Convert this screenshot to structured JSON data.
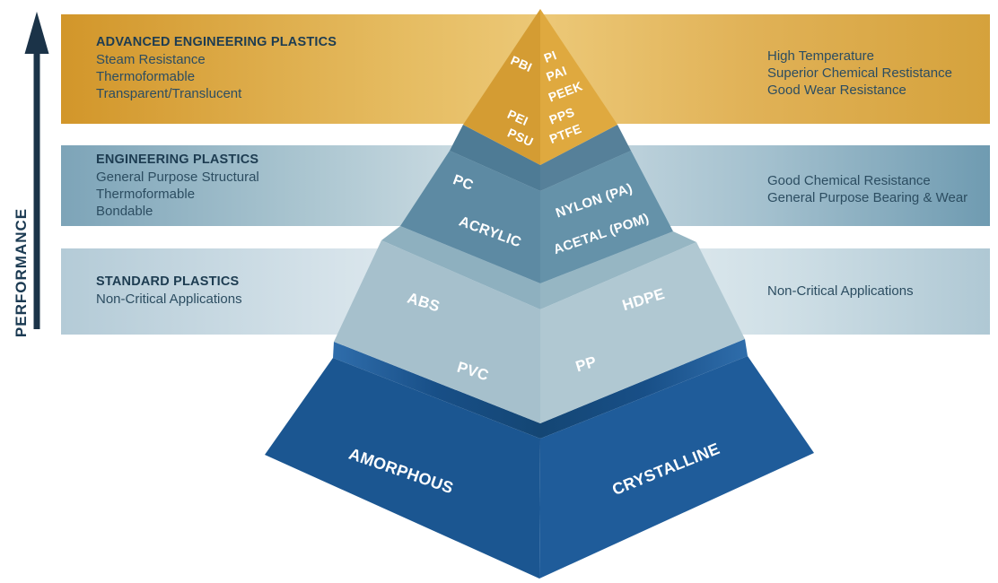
{
  "axis": {
    "label": "PERFORMANCE"
  },
  "bands": [
    {
      "id": "advanced",
      "heading": "ADVANCED ENGINEERING PLASTICS",
      "left_features": [
        "Steam Resistance",
        "Thermoformable",
        "Transparent/Translucent"
      ],
      "right_features": [
        "High Temperature",
        "Superior Chemical Restistance",
        "Good Wear Resistance"
      ],
      "band_color": "#dfb052"
    },
    {
      "id": "engineering",
      "heading": "ENGINEERING PLASTICS",
      "left_features": [
        "General Purpose Structural",
        "Thermoformable",
        "Bondable"
      ],
      "right_features": [
        "Good Chemical Resistance",
        "General Purpose Bearing & Wear"
      ],
      "band_color": "#8fb3c4"
    },
    {
      "id": "standard",
      "heading": "STANDARD PLASTICS",
      "left_features": [
        "Non-Critical Applications"
      ],
      "right_features": [
        "Non-Critical Applications"
      ],
      "band_color": "#cfdfe6"
    }
  ],
  "pyramid": {
    "advanced": {
      "left": [
        "PBI",
        "PEI",
        "PSU"
      ],
      "right": [
        "PI",
        "PAI",
        "PEEK",
        "PPS",
        "PTFE"
      ],
      "face_left_color": "#d49c33",
      "face_right_color": "#dfa93f"
    },
    "engineering": {
      "left": [
        "PC",
        "ACRYLIC"
      ],
      "right": [
        "NYLON (PA)",
        "ACETAL (POM)"
      ],
      "face_left_color": "#5d8aa3",
      "face_right_color": "#6592a9"
    },
    "standard": {
      "left": [
        "ABS",
        "PVC"
      ],
      "right": [
        "HDPE",
        "PP"
      ],
      "face_left_color": "#a6c0cc",
      "face_right_color": "#b0c8d2"
    },
    "base": {
      "left_label": "AMORPHOUS",
      "right_label": "CRYSTALLINE",
      "face_left_color": "#1b5691",
      "face_right_color": "#1f5c9a"
    }
  },
  "colors": {
    "heading_text": "#1d3c51",
    "body_text": "#2c4d61",
    "axis_arrow": "#1b3348",
    "label_text": "#ffffff"
  }
}
